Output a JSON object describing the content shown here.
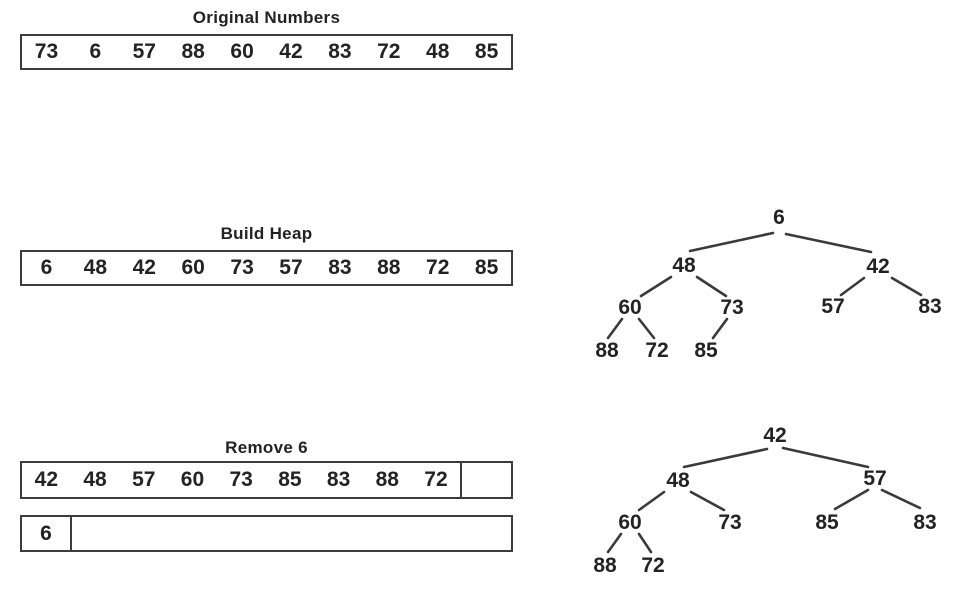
{
  "page": {
    "background_color": "#ffffff",
    "text_color": "#232323",
    "line_color": "#3a3a3a"
  },
  "sections": [
    {
      "title": "Original Numbers",
      "values": [
        "73",
        "6",
        "57",
        "88",
        "60",
        "42",
        "83",
        "72",
        "48",
        "85"
      ]
    },
    {
      "title": "Build Heap",
      "values": [
        "6",
        "48",
        "42",
        "60",
        "73",
        "57",
        "83",
        "88",
        "72",
        "85"
      ]
    },
    {
      "title": "Remove 6",
      "values": [
        "42",
        "48",
        "57",
        "60",
        "73",
        "85",
        "83",
        "88",
        "72",
        ""
      ],
      "removed_value": "6"
    }
  ],
  "trees": [
    {
      "name": "build-heap-tree",
      "nodes": [
        {
          "value": "6"
        },
        {
          "value": "48"
        },
        {
          "value": "42"
        },
        {
          "value": "60"
        },
        {
          "value": "73"
        },
        {
          "value": "57"
        },
        {
          "value": "83"
        },
        {
          "value": "88"
        },
        {
          "value": "72"
        },
        {
          "value": "85"
        }
      ],
      "edges": [
        [
          "6",
          "48"
        ],
        [
          "6",
          "42"
        ],
        [
          "48",
          "60"
        ],
        [
          "48",
          "73"
        ],
        [
          "42",
          "57"
        ],
        [
          "42",
          "83"
        ],
        [
          "60",
          "88"
        ],
        [
          "60",
          "72"
        ],
        [
          "73",
          "85"
        ]
      ]
    },
    {
      "name": "remove-6-tree",
      "nodes": [
        {
          "value": "42"
        },
        {
          "value": "48"
        },
        {
          "value": "57"
        },
        {
          "value": "60"
        },
        {
          "value": "73"
        },
        {
          "value": "85"
        },
        {
          "value": "83"
        },
        {
          "value": "88"
        },
        {
          "value": "72"
        }
      ],
      "edges": [
        [
          "42",
          "48"
        ],
        [
          "42",
          "57"
        ],
        [
          "48",
          "60"
        ],
        [
          "48",
          "73"
        ],
        [
          "57",
          "85"
        ],
        [
          "57",
          "83"
        ],
        [
          "60",
          "88"
        ],
        [
          "60",
          "72"
        ]
      ]
    }
  ]
}
